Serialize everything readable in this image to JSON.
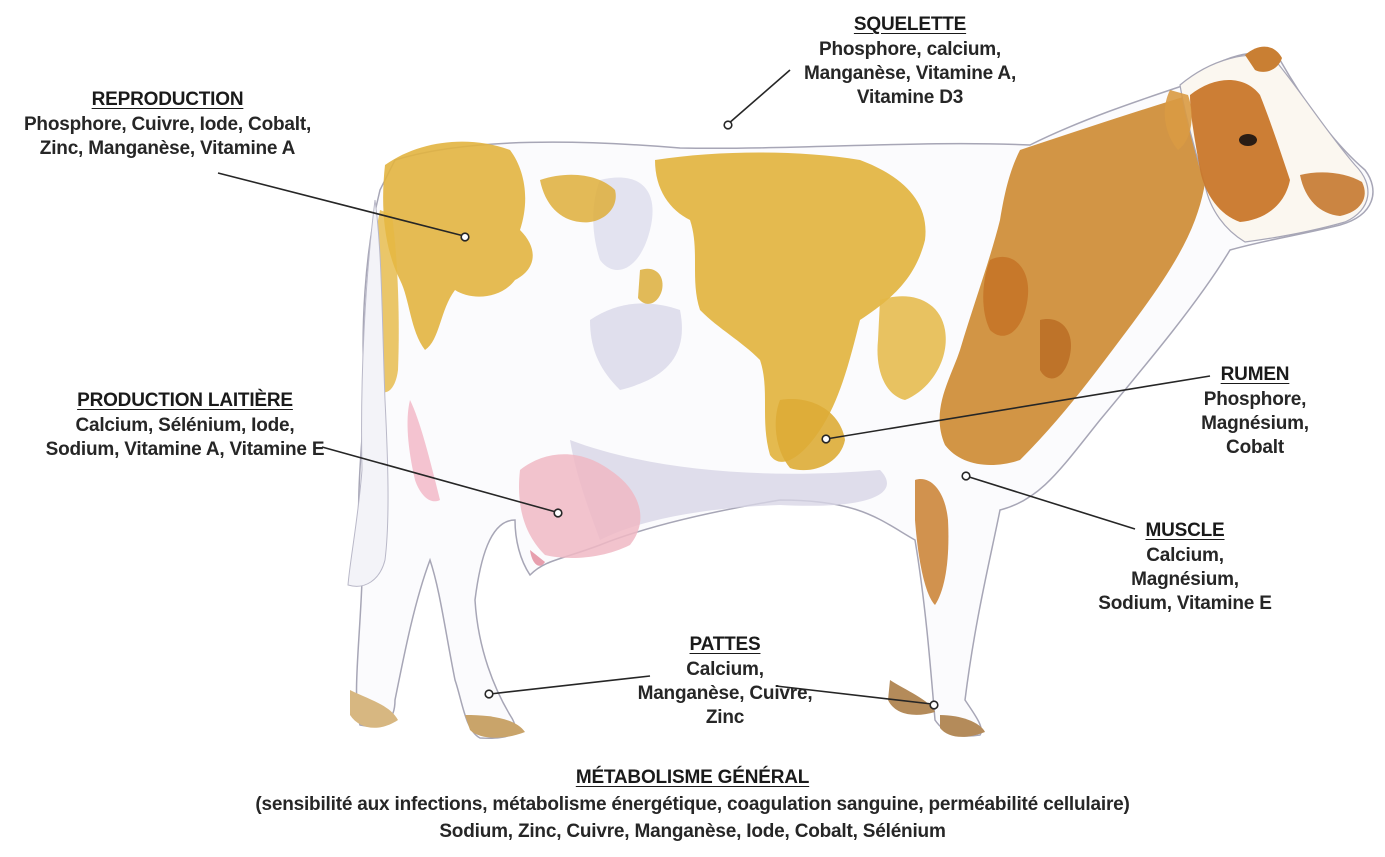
{
  "sections": {
    "squelette": {
      "title": "SQUELETTE",
      "lines": [
        "Phosphore, calcium,",
        "Manganèse, Vitamine A,",
        "Vitamine D3"
      ]
    },
    "reproduction": {
      "title": "REPRODUCTION",
      "lines": [
        "Phosphore, Cuivre, Iode, Cobalt,",
        "Zinc, Manganèse, Vitamine A"
      ]
    },
    "production": {
      "title": "PRODUCTION LAITIÈRE",
      "lines": [
        "Calcium, Sélénium, Iode,",
        "Sodium, Vitamine A, Vitamine E"
      ]
    },
    "rumen": {
      "title": "RUMEN",
      "lines": [
        "Phosphore,",
        "Magnésium,",
        "Cobalt"
      ]
    },
    "muscle": {
      "title": "MUSCLE",
      "lines": [
        "Calcium,",
        "Magnésium,",
        "Sodium, Vitamine E"
      ]
    },
    "pattes": {
      "title": "PATTES",
      "lines": [
        "Calcium,",
        "Manganèse, Cuivre,",
        "Zinc"
      ]
    },
    "metabolisme": {
      "title": "MÉTABOLISME GÉNÉRAL",
      "lines": [
        "(sensibilité aux infections, métabolisme énergétique, coagulation sanguine, perméabilité cellulaire)",
        "Sodium, Zinc, Cuivre, Manganèse, Iode, Cobalt, Sélénium"
      ]
    }
  },
  "colors": {
    "patch_gold": "#e1b23c",
    "patch_orange": "#c9772a",
    "udder_pink": "#f0b9c4",
    "shadow_blue": "#c9c8e0",
    "leader_line": "#262626"
  },
  "illustration": {
    "subject": "watercolor-cow",
    "markers": [
      "squelette",
      "reproduction",
      "production",
      "rumen",
      "muscle",
      "pattes-front",
      "pattes-back"
    ]
  }
}
